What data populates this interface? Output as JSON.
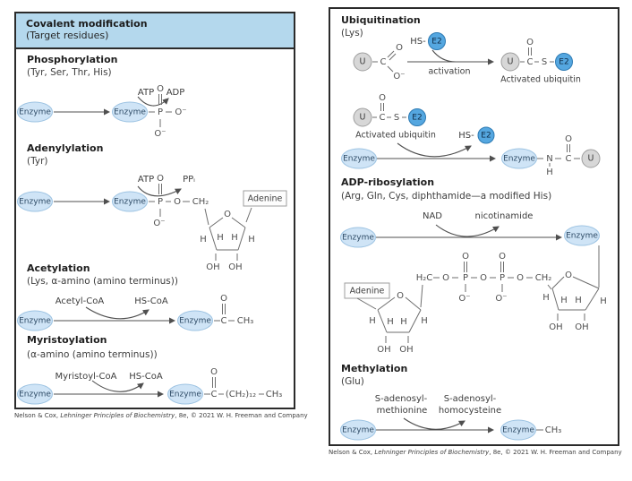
{
  "palette": {
    "header_bg": "#b4d8ed",
    "panel_border": "#2b2b2b",
    "enzyme_fill": "#cfe4f6",
    "enzyme_stroke": "#9dc3e2",
    "ubiquitin_fill": "#d7d7d7",
    "e2_fill": "#55a7e0",
    "bond_gray": "#6e6e6e"
  },
  "shared": {
    "enzyme": "Enzyme",
    "u": "U",
    "e2": "E2",
    "adenine": "Adenine",
    "hs": "HS-",
    "atoms": {
      "O": "O",
      "P": "P",
      "C": "C",
      "N": "N",
      "S": "S",
      "H": "H",
      "OH": "OH",
      "O_minus": "O⁻",
      "CH2": "CH₂",
      "H2C": "H₂C",
      "CH3": "CH₃",
      "CH2_12": "(CH₂)₁₂"
    }
  },
  "left_panel": {
    "header": {
      "title": "Covalent modification",
      "subtitle": "(Target residues)"
    },
    "phosphorylation": {
      "title": "Phosphorylation",
      "residues": "(Tyr, Ser, Thr, His)",
      "reagent_in": "ATP",
      "reagent_out": "ADP"
    },
    "adenylylation": {
      "title": "Adenylylation",
      "residues": "(Tyr)",
      "reagent_in": "ATP",
      "reagent_out": "PPᵢ"
    },
    "acetylation": {
      "title": "Acetylation",
      "residues": "(Lys, α-amino (amino terminus))",
      "reagent_in": "Acetyl-CoA",
      "reagent_out": "HS-CoA"
    },
    "myristoylation": {
      "title": "Myristoylation",
      "residues": "(α-amino (amino terminus))",
      "reagent_in": "Myristoyl-CoA",
      "reagent_out": "HS-CoA"
    }
  },
  "right_panel": {
    "ubiquitination": {
      "title": "Ubiquitination",
      "residues": "(Lys)",
      "arrow_label": "activation",
      "activated_label": "Activated ubiquitin"
    },
    "adp_ribosylation": {
      "title": "ADP-ribosylation",
      "residues": "(Arg, Gln, Cys, diphthamide—a modified His)",
      "reagent_in": "NAD",
      "reagent_out": "nicotinamide"
    },
    "methylation": {
      "title": "Methylation",
      "residues": "(Glu)",
      "reagent_in_1": "S-adenosyl-",
      "reagent_in_2": "methionine",
      "reagent_out_1": "S-adenosyl-",
      "reagent_out_2": "homocysteine"
    }
  },
  "credit": {
    "pre": "Nelson & Cox, ",
    "book": "Lehninger Principles of Biochemistry",
    "post": ", 8e, © 2021 W. H. Freeman and Company"
  }
}
